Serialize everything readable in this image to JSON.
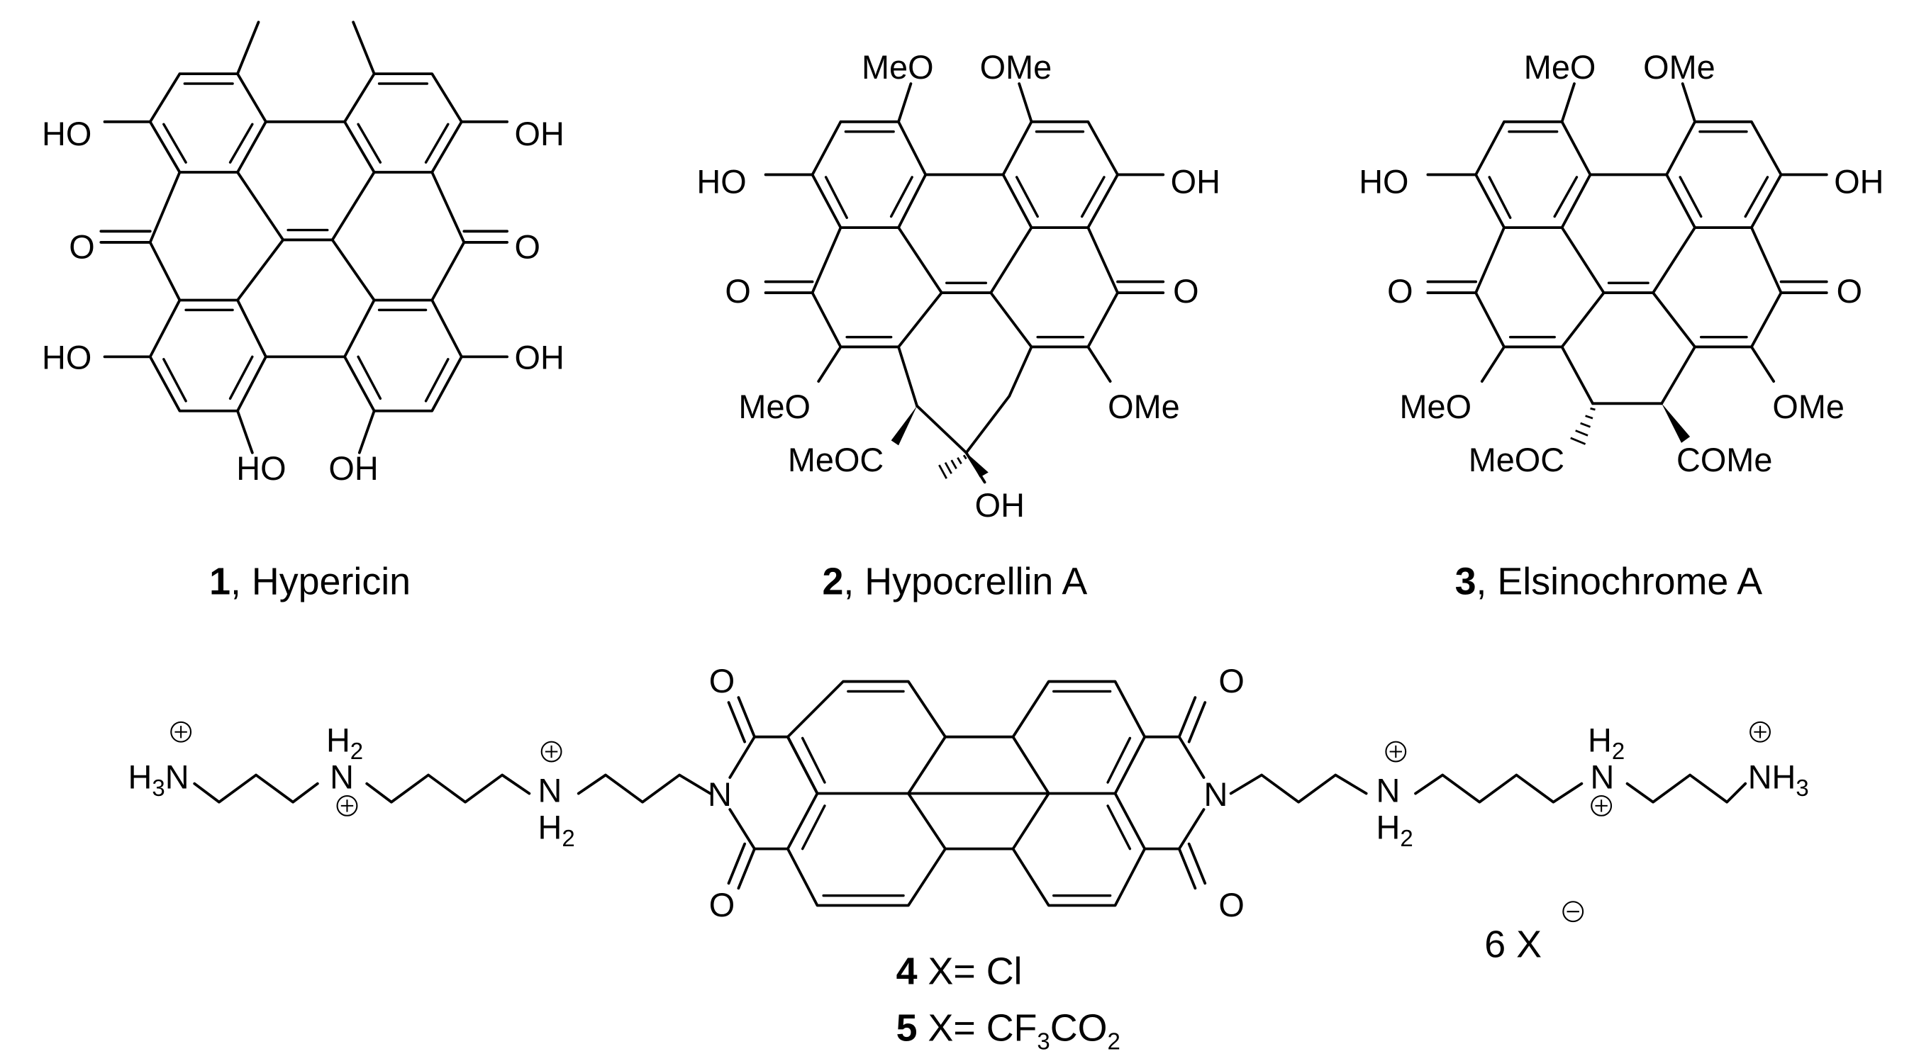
{
  "compounds": [
    {
      "number": "1",
      "name": ", Hypericin"
    },
    {
      "number": "2",
      "name": ", Hypocrellin A"
    },
    {
      "number": "3",
      "name": ", Elsinochrome A"
    }
  ],
  "labels": {
    "ho": "HO",
    "oh": "OH",
    "o": "O",
    "meo": "MeO",
    "ome": "OMe",
    "meoc": "MeOC",
    "come": "COMe",
    "n": "N",
    "h": "H",
    "nh": "NH",
    "sub2": "2",
    "sub3": "3"
  },
  "bottom": {
    "caption4": {
      "number": "4",
      "text": " X= Cl"
    },
    "caption5": {
      "number": "5",
      "text": " X= CF",
      "sub1": "3",
      "mid": "CO",
      "sub2": "2"
    },
    "counterion": "6 X"
  }
}
